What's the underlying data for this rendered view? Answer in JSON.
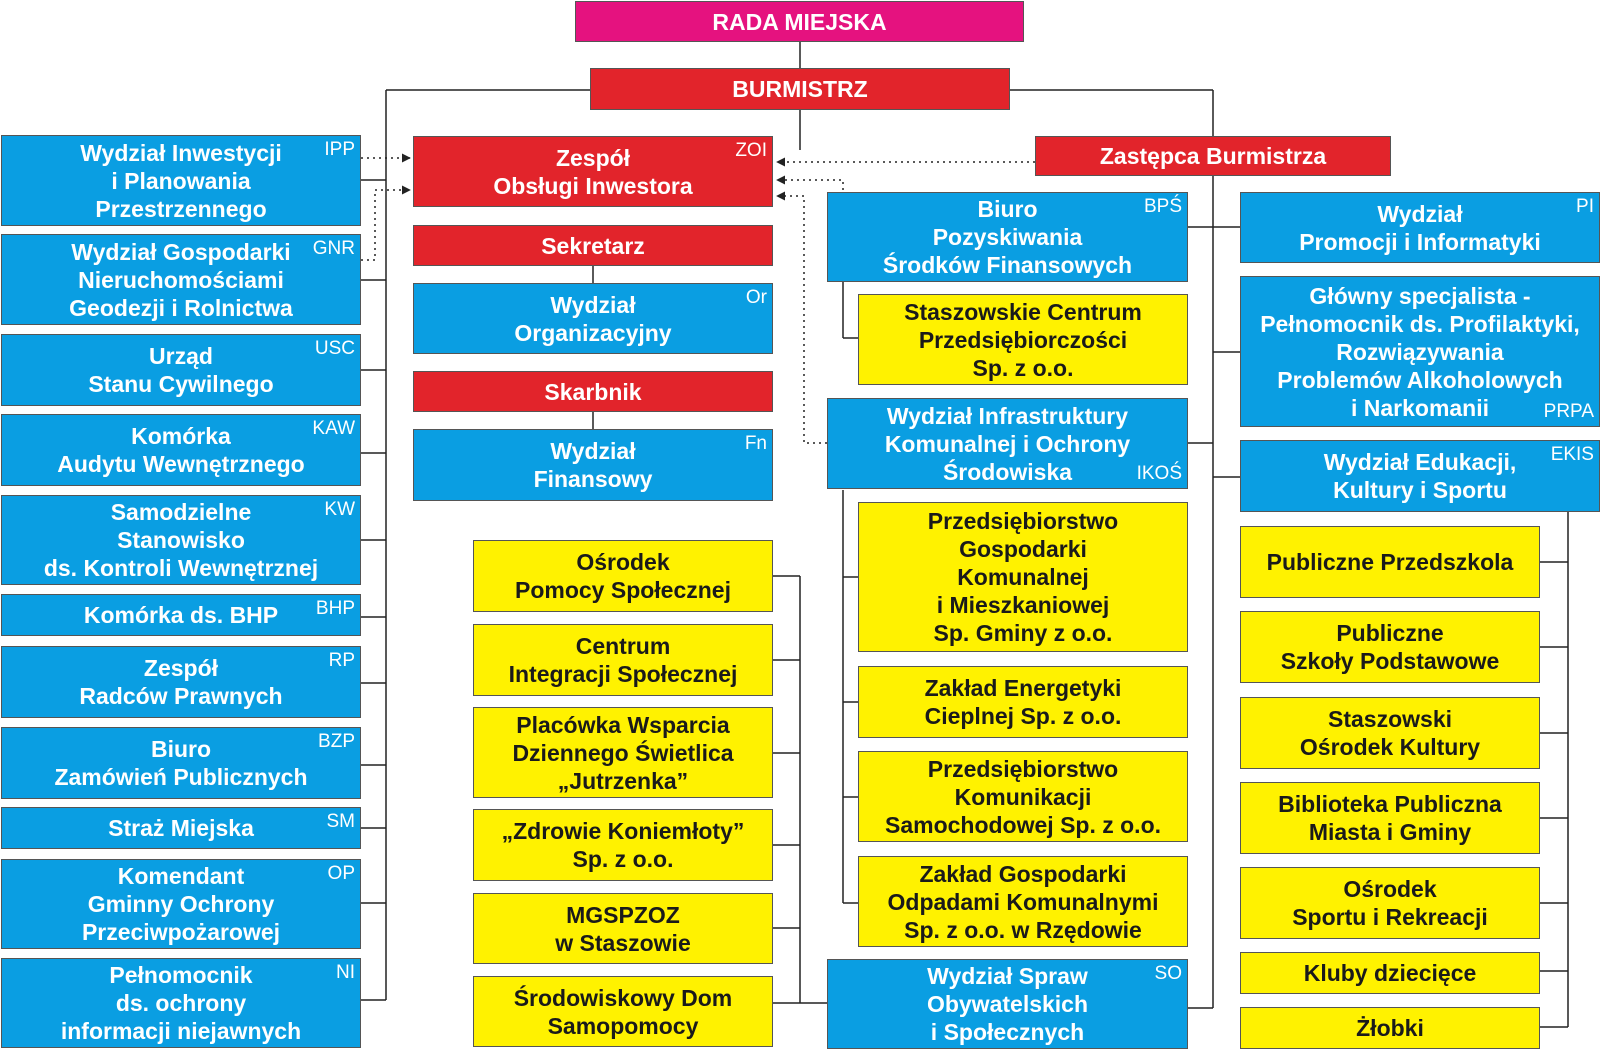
{
  "colors": {
    "pink": "#e5127f",
    "red": "#e2242b",
    "blue": "#0a9ee2",
    "yellow": "#fff200",
    "line": "#222222"
  },
  "boxes": {
    "rada": {
      "label": "RADA MIEJSKA"
    },
    "burmistrz": {
      "label": "BURMISTRZ"
    },
    "zastepca": {
      "label": "Zastępca Burmistrza"
    },
    "zoi": {
      "label": "Zespół\nObsługi Inwestora",
      "code": "ZOI"
    },
    "sekretarz": {
      "label": "Sekretarz"
    },
    "or": {
      "label": "Wydział\nOrganizacyjny",
      "code": "Or"
    },
    "skarbnik": {
      "label": "Skarbnik"
    },
    "fn": {
      "label": "Wydział\nFinansowy",
      "code": "Fn"
    },
    "ipp": {
      "label": "Wydział Inwestycji\ni Planowania\nPrzestrzennego",
      "code": "IPP"
    },
    "gnr": {
      "label": "Wydział Gospodarki\nNieruchomościami\nGeodezji i Rolnictwa",
      "code": "GNR"
    },
    "usc": {
      "label": "Urząd\nStanu Cywilnego",
      "code": "USC"
    },
    "kaw": {
      "label": "Komórka\nAudytu Wewnętrznego",
      "code": "KAW"
    },
    "kw": {
      "label": "Samodzielne\nStanowisko\nds. Kontroli Wewnętrznej",
      "code": "KW"
    },
    "bhp": {
      "label": "Komórka ds. BHP",
      "code": "BHP"
    },
    "rp": {
      "label": "Zespół\nRadców Prawnych",
      "code": "RP"
    },
    "bzp": {
      "label": "Biuro\nZamówień Publicznych",
      "code": "BZP"
    },
    "sm": {
      "label": "Straż Miejska",
      "code": "SM"
    },
    "op": {
      "label": "Komendant\nGminny Ochrony\nPrzeciwpożarowej",
      "code": "OP"
    },
    "ni": {
      "label": "Pełnomocnik\nds. ochrony\ninformacji niejawnych",
      "code": "NI"
    },
    "ops": {
      "label": "Ośrodek\nPomocy Społecznej"
    },
    "cis": {
      "label": "Centrum\nIntegracji Społecznej"
    },
    "pwd": {
      "label": "Placówka Wsparcia\nDziennego Świetlica\n„Jutrzenka”"
    },
    "zdr": {
      "label": "„Zdrowie Koniemłoty”\nSp. z o.o."
    },
    "mgs": {
      "label": "MGSPZOZ\nw Staszowie"
    },
    "sds": {
      "label": "Środowiskowy Dom\nSamopomocy"
    },
    "bps": {
      "label": "Biuro\nPozyskiwania\nŚrodków Finansowych",
      "code": "BPŚ"
    },
    "scp": {
      "label": "Staszowskie Centrum\nPrzedsiębiorczości\nSp. z o.o."
    },
    "ikos": {
      "label": "Wydział Infrastruktury\nKomunalnej i Ochrony\nŚrodowiska",
      "code": "IKOŚ"
    },
    "pgk": {
      "label": "Przedsiębiorstwo\nGospodarki\nKomunalnej\ni Mieszkaniowej\nSp. Gminy z o.o."
    },
    "zec": {
      "label": "Zakład Energetyki\nCieplnej Sp. z o.o."
    },
    "pks": {
      "label": "Przedsiębiorstwo\nKomunikacji\nSamochodowej Sp. z o.o."
    },
    "zgo": {
      "label": "Zakład Gospodarki\nOdpadami Komunalnymi\nSp. z o.o. w Rzędowie"
    },
    "so": {
      "label": "Wydział Spraw\nObywatelskich\ni Społecznych",
      "code": "SO"
    },
    "pi": {
      "label": "Wydział\nPromocji i Informatyki",
      "code": "PI"
    },
    "prpa": {
      "label": "Główny specjalista -\nPełnomocnik ds. Profilaktyki,\nRozwiązywania\nProblemów Alkoholowych\ni Narkomanii",
      "code": "PRPA"
    },
    "ekis": {
      "label": "Wydział Edukacji,\nKultury i Sportu",
      "code": "EKIS"
    },
    "pp": {
      "label": "Publiczne Przedszkola"
    },
    "psp": {
      "label": "Publiczne\nSzkoły Podstawowe"
    },
    "sok": {
      "label": "Staszowski\nOśrodek Kultury"
    },
    "bib": {
      "label": "Biblioteka Publiczna\nMiasta i Gminy"
    },
    "osir": {
      "label": "Ośrodek\nSportu i Rekreacji"
    },
    "kd": {
      "label": "Kluby dziecięce"
    },
    "zl": {
      "label": "Żłobki"
    }
  }
}
